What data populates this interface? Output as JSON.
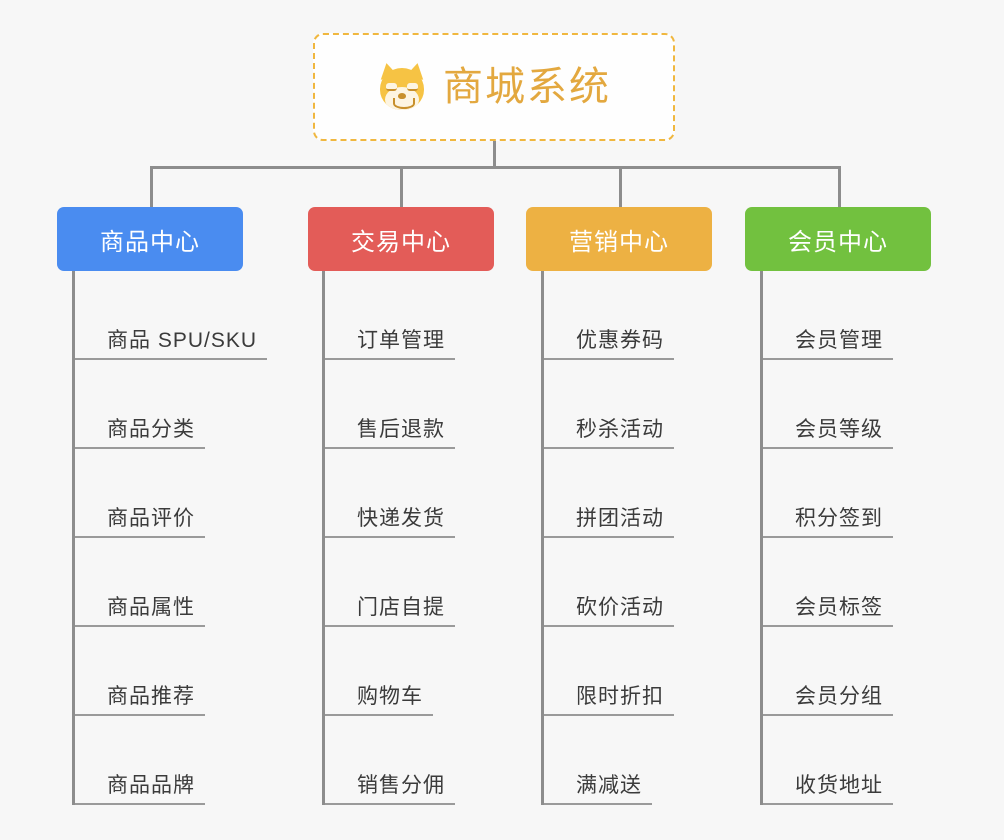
{
  "diagram": {
    "type": "mind-map",
    "background_color": "#f7f7f7",
    "root": {
      "title": "商城系统",
      "icon": "shiba-dog-face-icon",
      "text_color": "#e3a83f",
      "border_color": "#f0b73f",
      "border_style": "dashed",
      "background_color": "#fefefe"
    },
    "connector_color": "#8d8d8d",
    "branches": [
      {
        "label": "商品中心",
        "color": "#4a8cf0",
        "items": [
          "商品 SPU/SKU",
          "商品分类",
          "商品评价",
          "商品属性",
          "商品推荐",
          "商品品牌"
        ]
      },
      {
        "label": "交易中心",
        "color": "#e35c58",
        "items": [
          "订单管理",
          "售后退款",
          "快递发货",
          "门店自提",
          "购物车",
          "销售分佣"
        ]
      },
      {
        "label": "营销中心",
        "color": "#edb143",
        "items": [
          "优惠券码",
          "秒杀活动",
          "拼团活动",
          "砍价活动",
          "限时折扣",
          "满减送"
        ]
      },
      {
        "label": "会员中心",
        "color": "#72c13f",
        "items": [
          "会员管理",
          "会员等级",
          "积分签到",
          "会员标签",
          "会员分组",
          "收货地址"
        ]
      }
    ]
  }
}
